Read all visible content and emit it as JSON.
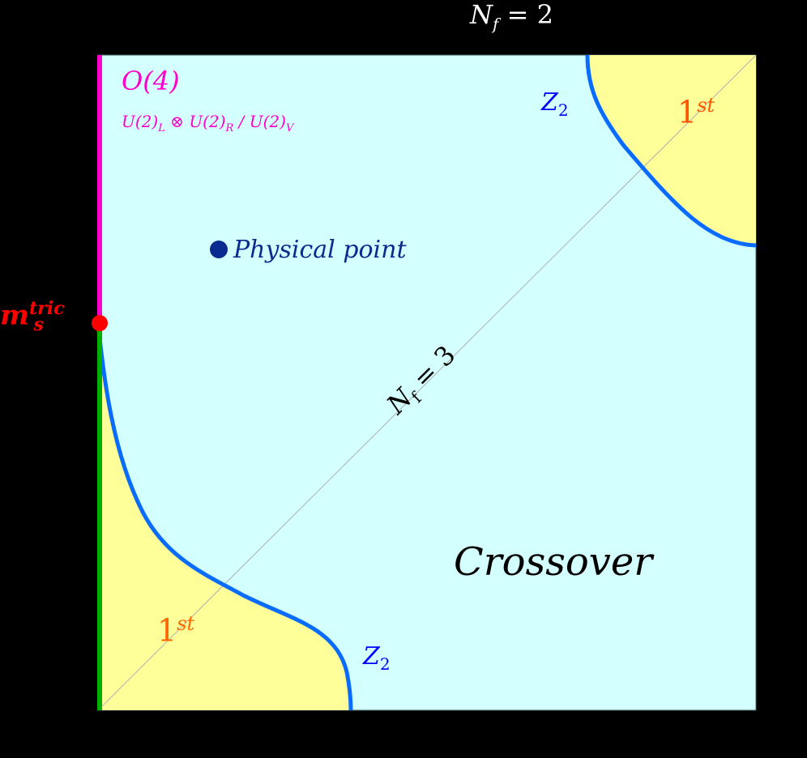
{
  "diagram": {
    "type": "phase-diagram",
    "title": "N_f = 2",
    "colors": {
      "background": "#000000",
      "crossover_region": "#d4ffff",
      "first_order_region": "#ffff99",
      "z2_line": "#0a6cff",
      "o4_line": "#ff00cc",
      "first_order_axis": "#00b000",
      "tricritical_point": "#ff0000",
      "physical_point": "#0b2a8f",
      "diagonal": "#b0b0b0"
    },
    "labels": {
      "title_main": "N",
      "title_sub": "f",
      "title_rest": " = 2",
      "o4": "O(4)",
      "symmetry": {
        "u2l": "U(2)",
        "l": "L",
        "otimes": " ⊗ ",
        "u2r": "U(2)",
        "r": "R",
        "slash": " / ",
        "u2v": "U(2)",
        "v": "V"
      },
      "physical_point": "Physical point",
      "tricritical_main": "m",
      "tricritical_sup": "tric",
      "tricritical_sub": "s",
      "z2_top_main": "Z",
      "z2_top_sub": "2",
      "z2_bottom_main": "Z",
      "z2_bottom_sub": "2",
      "first_top_main": "1",
      "first_top_sup": "st",
      "first_bottom_main": "1",
      "first_bottom_sup": "st",
      "crossover": "Crossover",
      "nf3_main": "N",
      "nf3_sub": "f",
      "nf3_rest": " = 3"
    },
    "regions": [
      {
        "name": "crossover",
        "label": "Crossover"
      },
      {
        "name": "first-order-bottom-left",
        "label": "1st"
      },
      {
        "name": "first-order-top-right",
        "label": "1st"
      }
    ],
    "lines": [
      {
        "name": "z2-boundary-bottom",
        "label": "Z2"
      },
      {
        "name": "z2-boundary-top",
        "label": "Z2"
      },
      {
        "name": "o4-line",
        "label": "O(4)"
      },
      {
        "name": "nf3-diagonal",
        "label": "Nf = 3"
      }
    ],
    "points": [
      {
        "name": "tricritical-point",
        "label": "m_s^tric"
      },
      {
        "name": "physical-point",
        "label": "Physical point"
      }
    ]
  }
}
